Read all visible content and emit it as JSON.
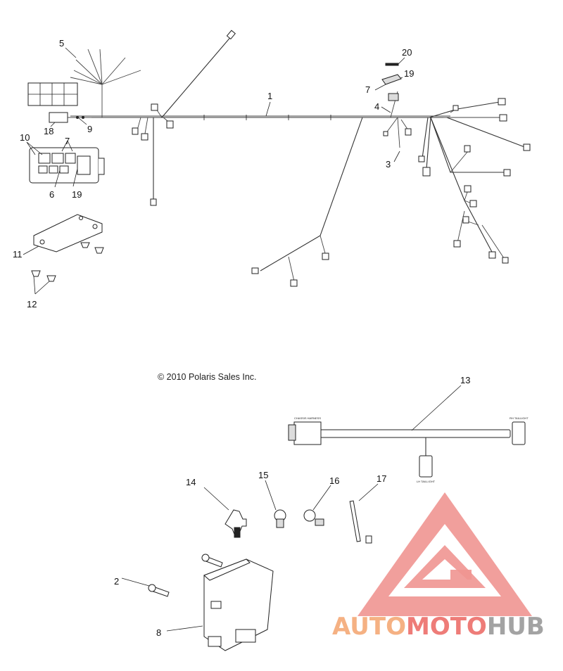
{
  "copyright": "© 2010 Polaris Sales Inc.",
  "callouts": {
    "c1": "1",
    "c2": "2",
    "c3": "3",
    "c4": "4",
    "c5": "5",
    "c6": "6",
    "c7a": "7",
    "c7b": "7",
    "c8": "8",
    "c9": "9",
    "c10": "10",
    "c11": "11",
    "c12": "12",
    "c13": "13",
    "c14": "14",
    "c15": "15",
    "c16": "16",
    "c17": "17",
    "c18": "18",
    "c19a": "19",
    "c19b": "19",
    "c20": "20"
  },
  "harness13_labels": {
    "left": "CHASSIS HARNESS",
    "right": "RH TAILLIGHT",
    "bottom": "LH TAILLIGHT"
  },
  "logo": {
    "part_a": "AUTO",
    "part_b": "MOTO",
    "part_c": "HUB",
    "colors": {
      "orange": "#F5B183",
      "red": "#EE7C78",
      "gray": "#A3A3A3"
    }
  }
}
